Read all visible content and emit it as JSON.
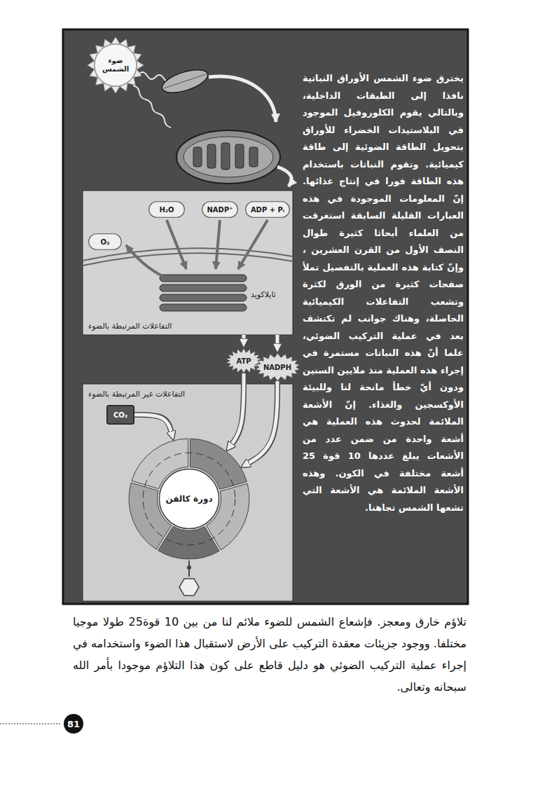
{
  "diagram": {
    "nodes": [
      {
        "text": [
          "يخترق ضوء الشمس الأوراق النباتية نافذا إلى الطبقات الداخلية، وبالتالي يقوم الكلوروفيل الموجود في البلاستيدات الخضراء للأوراق بتحويل الطاقة الضوئية إلى طاقة كيميائية. وتقوم النباتات باستخدام هذه الطاقة فورا في إنتاج غذائها. إنّ المعلومات الموجودة في هذه العبارات القليلة السابقة استغرقت من العلماء أبحاثا كثيرة طوال النصف الأول من القرن العشرين ، وإنّ كتابة هذه العملية بالتفصيل تملأ صفحات كثيرة من الورق لكثرة وتشعب التفاعلات الكيميائية الحاصلة، وهناك جوانب لم تكتشف بعد في عملية التركيب الضوئي، علما أنّ هذه النباتات مستمرة في إجراء هذه العملية منذ ملايين السنين ودون أيّ خطأ مانحة لنا وللبيئة الأوكسجين والغذاء. إنّ الأشعة الملائمة لحدوث هذه العملية هي أشعة واحدة من ضمن عدد من الأشعات يبلغ عددها 10 قوة 25 أشعة مختلفة في الكون. وهذه الأشعة الملائمة هي الأشعة التي تشعها الشمس تجاهنا."
        ]
      },
      {
        "text": [
          "ضوء الشمس"
        ],
        "in": 0
      },
      {
        "text": [
          "التفاعلات المرتبطة بالضوء"
        ],
        "in": 0
      },
      {
        "text": [
          "H₂O"
        ],
        "in": 2
      },
      {
        "text": [
          "NADP⁺"
        ],
        "in": 2
      },
      {
        "text": [
          "ADP + Pᵢ"
        ],
        "in": 2
      },
      {
        "text": [
          "O₂"
        ],
        "in": 2
      },
      {
        "text": [
          "ATP"
        ],
        "in": 0
      },
      {
        "text": [
          "NADPH"
        ],
        "in": 0
      },
      {
        "text": [
          "التفاعلات غير المرتبطة بالضوء"
        ],
        "in": 0
      },
      {
        "text": [
          "CO₂"
        ],
        "in": 9
      },
      {
        "text": [
          "دورة كالفن"
        ],
        "in": 9
      },
      {
        "text": [
          "81"
        ]
      }
    ],
    "edges": [
      {
        "from": 2,
        "to": 7,
        "arrow": "to"
      },
      {
        "from": 2,
        "to": 8,
        "arrow": "to"
      },
      {
        "from": 7,
        "to": 11,
        "arrow": "to"
      },
      {
        "from": 8,
        "to": 11,
        "arrow": "to"
      },
      {
        "from": 10,
        "to": 11,
        "arrow": "to"
      }
    ],
    "labels": [
      "ثايلاكويد",
      "تلاؤم خارق ومعجز. فإشعاع الشمس للضوء ملائم لنا من بين 10 قوة25 طولا موجيا مختلفا. ووجود جزيئات معقدة التركيب على الأرض لاستقبال هذا الضوء واستخدامه في إجراء عملية التركيب الضوئي هو دليل قاطع على كون هذا التلاؤم موجودا بأمر الله سبحانه وتعالى."
    ]
  }
}
